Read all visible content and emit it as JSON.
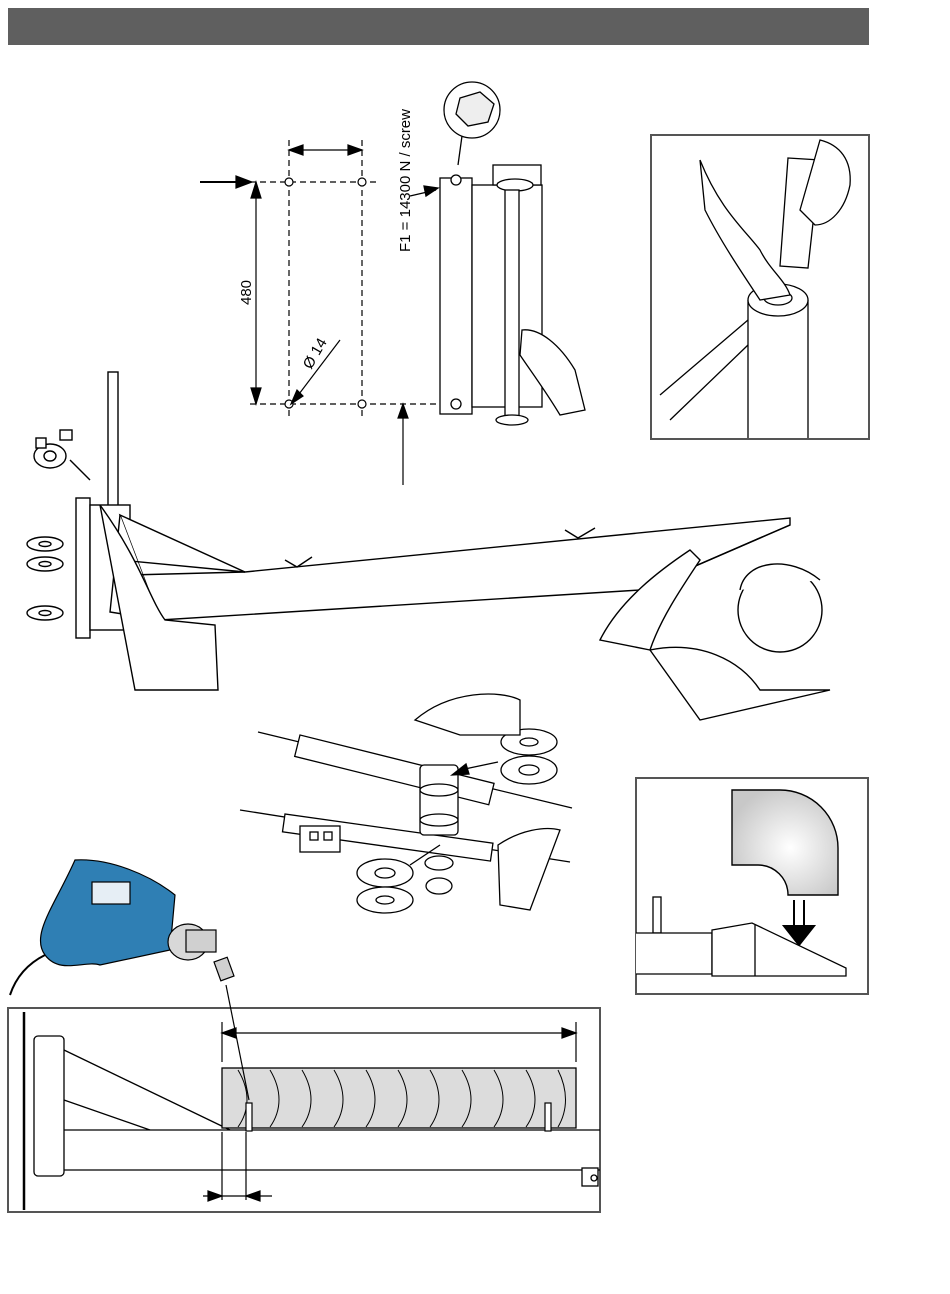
{
  "header": {
    "title": ""
  },
  "dimensions": {
    "hole_spacing_vertical": "480",
    "hole_diameter": "Ø 14",
    "force_label": "F1 = 14300 N / screw"
  },
  "colors": {
    "header_bar": "#5f5f5f",
    "drill_body": "#2f7fb4",
    "line": "#000000",
    "cable_tube": "#dcdcdc"
  },
  "icons": [
    "bolt-icon",
    "down-arrow-icon",
    "drill-icon",
    "wing-nut-icon",
    "washer-icon",
    "bearing-icon"
  ]
}
